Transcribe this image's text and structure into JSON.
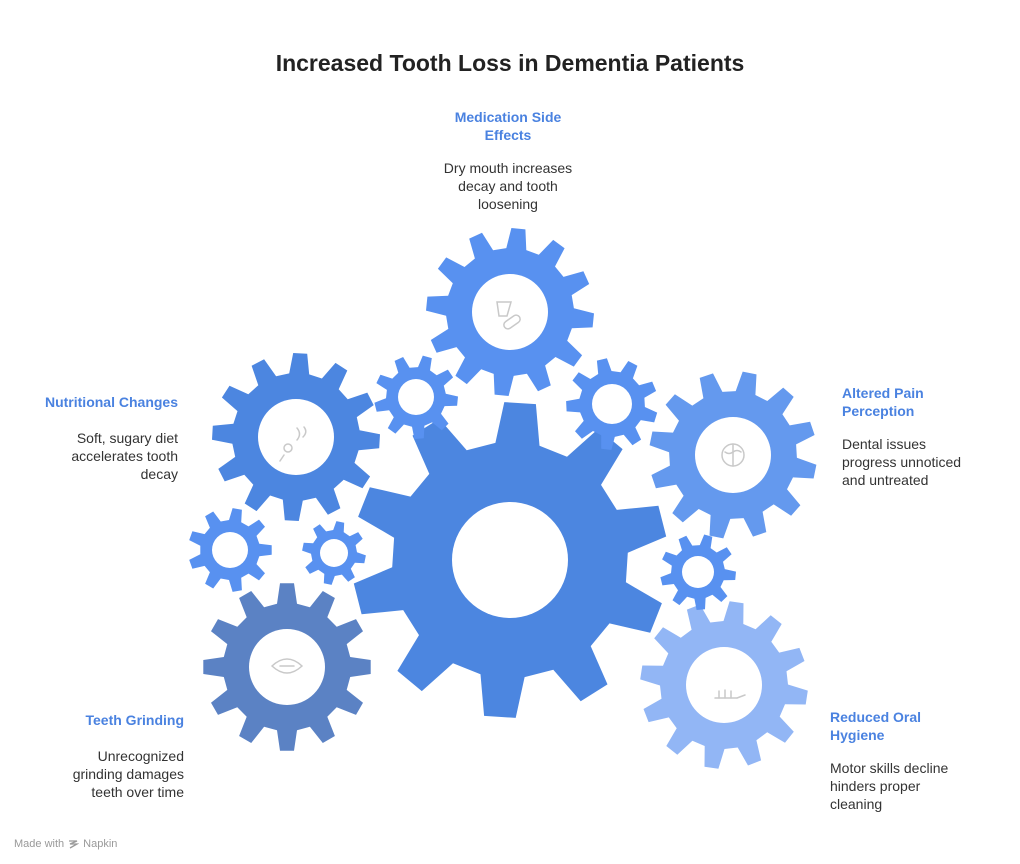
{
  "title": "Increased Tooth Loss in Dementia Patients",
  "factors": {
    "medication": {
      "label_line1": "Medication Side",
      "label_line2": "Effects",
      "desc_line1": "Dry mouth increases",
      "desc_line2": "decay and tooth",
      "desc_line3": "loosening",
      "icon": "pills-icon"
    },
    "nutrition": {
      "label": "Nutritional Changes",
      "desc_line1": "Soft, sugary diet",
      "desc_line2": "accelerates tooth",
      "desc_line3": "decay",
      "icon": "food-icon"
    },
    "pain": {
      "label_line1": "Altered Pain",
      "label_line2": "Perception",
      "desc_line1": "Dental issues",
      "desc_line2": "progress unnoticed",
      "desc_line3": "and untreated",
      "icon": "brain-icon"
    },
    "grinding": {
      "label": "Teeth Grinding",
      "desc_line1": "Unrecognized",
      "desc_line2": "grinding damages",
      "desc_line3": "teeth over time",
      "icon": "teeth-icon"
    },
    "hygiene": {
      "label_line1": "Reduced Oral",
      "label_line2": "Hygiene",
      "desc_line1": "Motor skills decline",
      "desc_line2": "hinders proper",
      "desc_line3": "cleaning",
      "icon": "toothbrush-icon"
    }
  },
  "footer": {
    "made_with": "Made with",
    "brand": "Napkin"
  },
  "colors": {
    "medication": "#5891f0",
    "nutrition": "#4c86e0",
    "pain": "#6499ee",
    "grinding": "#5b82c4",
    "hygiene": "#92b6f5",
    "central": "#4c86e0",
    "small_gear": "#5891f0",
    "label": "#4a82e0"
  }
}
